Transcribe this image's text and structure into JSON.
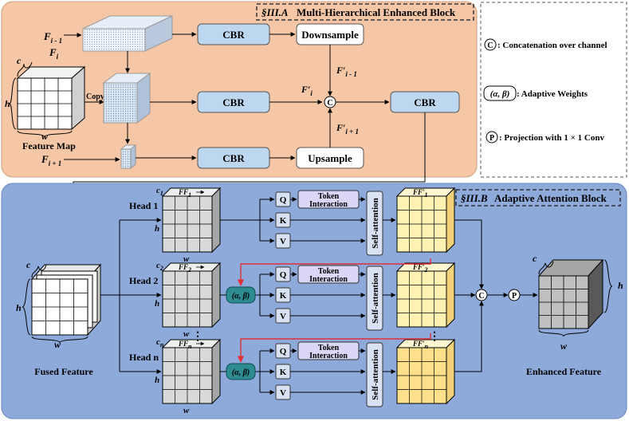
{
  "panel_a": {
    "title_section": "§III.A",
    "title_text": "Multi-Hierarchical Enhanced  Block",
    "inputs": {
      "f_prev": "F",
      "f_prev_sub": "i - 1",
      "f_cur": "F",
      "f_cur_sub": "i",
      "f_next": "F",
      "f_next_sub": "i + 1"
    },
    "dims": {
      "c": "c",
      "h": "h",
      "w": "w"
    },
    "copy_label": "Copy",
    "feature_map_label": "Feature Map",
    "cbr_label": "CBR",
    "downsample_label": "Downsample",
    "upsample_label": "Upsample",
    "concat_symbol": "C",
    "f_prime_prev": "F′",
    "f_prime_prev_sub": "i - 1",
    "f_prime_cur": "F′",
    "f_prime_cur_sub": "i",
    "f_prime_next": "F′",
    "f_prime_next_sub": "i + 1"
  },
  "panel_b": {
    "title_section": "§III.B",
    "title_text": "Adaptive Attention  Block",
    "heads": [
      {
        "label": "Head 1",
        "c": "c",
        "c_sub": "1",
        "ff": "FF",
        "ff_sub": "1"
      },
      {
        "label": "Head 2",
        "c": "c",
        "c_sub": "2",
        "ff": "FF",
        "ff_sub": "2"
      },
      {
        "label": "Head n",
        "c": "c",
        "c_sub": "n",
        "ff": "FF",
        "ff_sub": "n"
      }
    ],
    "q_label": "Q",
    "k_label": "K",
    "v_label": "V",
    "token_interaction_line1": "Token",
    "token_interaction_line2": "Interaction",
    "self_attention_label": "Self-attention",
    "ffp_label": "FF′",
    "ffp_subs": [
      "1",
      "2",
      "n"
    ],
    "adaptive_weights_symbol": "(α, β)",
    "dims": {
      "c": "c",
      "h": "h",
      "w": "w"
    },
    "fused_feature_label": "Fused Feature",
    "enhanced_feature_label": "Enhanced Feature",
    "concat_symbol": "C",
    "projection_symbol": "P",
    "ellipsis": "⋮"
  },
  "legend": {
    "concat_symbol": "C",
    "concat_text": ": Concatenation over channel",
    "weights_symbol": "(α, β)",
    "weights_text": ":  Adaptive Weights",
    "proj_symbol": "P",
    "proj_text": ": Projection with 1 × 1 Conv"
  },
  "colors": {
    "panel_a_bg": "#f6c7a6",
    "panel_b_bg": "#8eaadb",
    "cbr_fill": "#bdd7ee",
    "qkv_fill": "#d9e2f3",
    "token_fill": "#dad6f5",
    "adaptive_fill": "#2e8b8f",
    "cube_gray": "#d9d9d9",
    "cube_yellow": "#fff2b3",
    "red_arrow": "#e0303a"
  }
}
